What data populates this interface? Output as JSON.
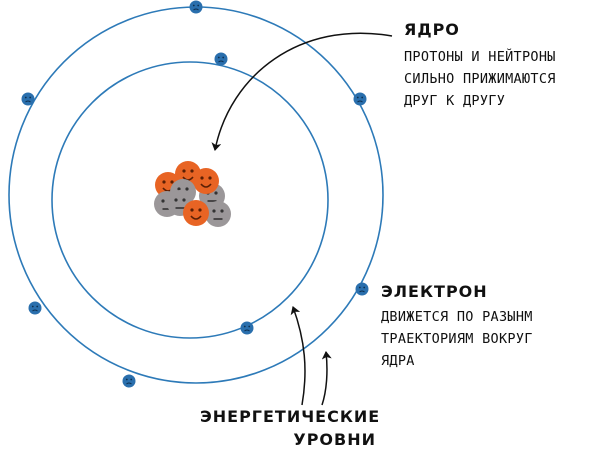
{
  "colors": {
    "orbit": "#2d7ab8",
    "electron": "#2a6fad",
    "proton": "#e86424",
    "neutron": "#9b9799",
    "arrow": "#111111",
    "text": "#111111"
  },
  "nucleus_label": {
    "title": "ЯДРО",
    "lines": [
      "ПРОТОНЫ И НЕЙТРОНЫ",
      "СИЛЬНО ПРИЖИМАЮТСЯ",
      "ДРУГ К ДРУГУ"
    ]
  },
  "electron_label": {
    "title": "ЭЛЕКТРОН",
    "lines": [
      "ДВИЖЕТСЯ ПО РАЗЫНМ",
      "ТРАЕКТОРИЯМ ВОКРУГ",
      "ЯДРА"
    ]
  },
  "levels_label": {
    "lines": [
      "ЭНЕРГЕТИЧЕСКИЕ",
      "УРОВНИ"
    ]
  },
  "icons": {
    "electron": "sad-face-icon",
    "proton": "smiling-face-icon",
    "neutron": "neutral-face-icon"
  }
}
